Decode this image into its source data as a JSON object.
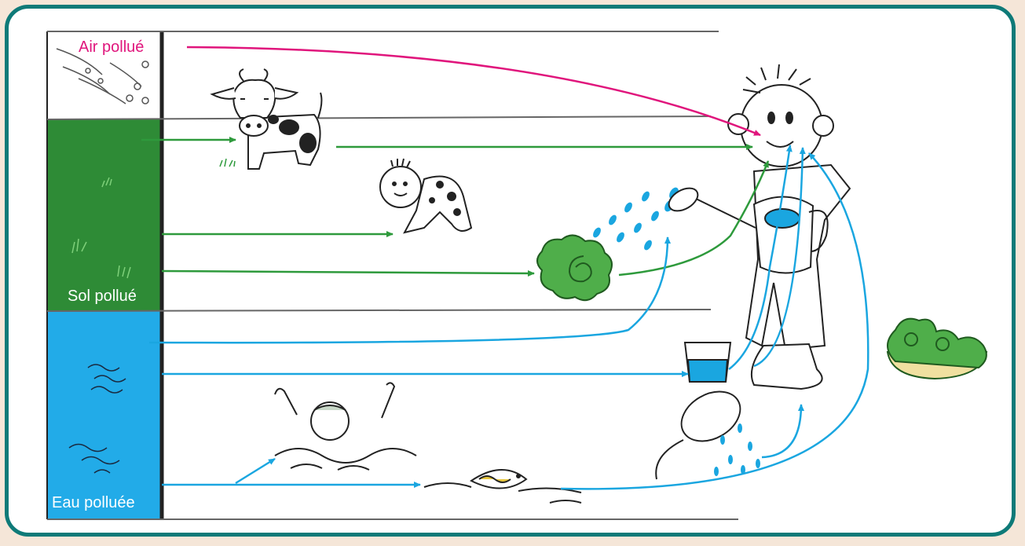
{
  "labels": {
    "air": "Air pollué",
    "soil": "Sol pollué",
    "water": "Eau polluée"
  },
  "colors": {
    "background": "#f5e6d8",
    "frame": "#0e7a78",
    "air": "#e0157c",
    "soil": "#2e9a3c",
    "soil_band": "#2e8b36",
    "water": "#1aa6e0",
    "water_band": "#22abe8"
  },
  "icons": [
    "wind-icon",
    "cow-icon",
    "grass-icon",
    "crawling-baby-icon",
    "lettuce-icon",
    "boy-icon",
    "watering-can-icon",
    "glass-of-water-icon",
    "swimmer-icon",
    "fish-icon",
    "shower-icon",
    "vegetable-basket-icon",
    "waves-icon"
  ]
}
